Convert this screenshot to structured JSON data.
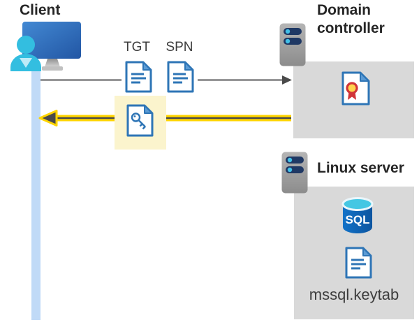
{
  "diagram": {
    "client": {
      "label": "Client"
    },
    "flow": {
      "tgt_label": "TGT",
      "spn_label": "SPN"
    },
    "domain_controller": {
      "label": "Domain controller"
    },
    "linux_server": {
      "label": "Linux server",
      "sql_badge": "SQL",
      "keytab_label": "mssql.keytab"
    }
  },
  "icons": {
    "client-icon": "blue monitor with teal person silhouette",
    "tgt-document-icon": "white document, blue outline, folded corner, text lines",
    "spn-document-icon": "white document, blue outline, folded corner, text lines",
    "key-document-icon": "white document with blue key glyph, highlighted yellow",
    "domain-controller-server-icon": "gray server tower with navy slots and cyan leds",
    "certificate-icon": "white document with red-and-yellow rosette ribbon",
    "linux-server-icon": "gray server tower with navy slots and cyan leds",
    "sql-database-icon": "blue cylinder database with cyan top and SQL badge",
    "keytab-document-icon": "white document, blue outline, folded corner, text lines",
    "request-arrow-icon": "thin dark gray arrow pointing right",
    "response-arrow-icon": "dark arrow with thick yellow highlight pointing left"
  },
  "colors": {
    "doc_blue": "#2E75B6",
    "fold_blue": "#5B9BD5",
    "highlight_yellow": "#FBF4CD",
    "arrow_yellow": "#FFD500",
    "arrow_dark": "#4A4A4A",
    "gray_arrow": "#58595B",
    "box_gray": "#D9D9D9",
    "lifeline_blue": "#C0DAF7",
    "server_bar_navy": "#1F3864",
    "server_dot_cyan": "#41C0E8",
    "sql_body_blue": "#0E63B3",
    "sql_top_cyan": "#45C7E3",
    "cert_ribbon_red": "#D13438",
    "cert_medal_yellow": "#FFD34D",
    "person_teal": "#33BEE0"
  }
}
